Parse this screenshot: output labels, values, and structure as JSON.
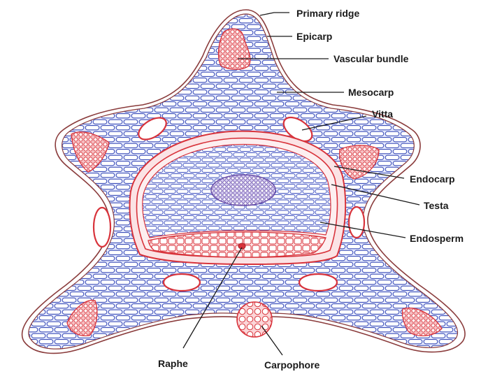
{
  "labels": {
    "primary_ridge": "Primary ridge",
    "epicarp": "Epicarp",
    "vascular_bundle": "Vascular bundle",
    "mesocarp": "Mesocarp",
    "vitta": "Vitta",
    "endocarp": "Endocarp",
    "testa": "Testa",
    "endosperm": "Endosperm",
    "raphe": "Raphe",
    "carpophore": "Carpophore"
  },
  "colors": {
    "parenchyma_stroke": "#3d4fb8",
    "parenchyma_fill": "#dfe5ff",
    "red_tissue": "#d8333b",
    "red_fill": "#f2a6aa",
    "epicarp": "#8a3b3b",
    "embryo": "#6a4fa8"
  }
}
